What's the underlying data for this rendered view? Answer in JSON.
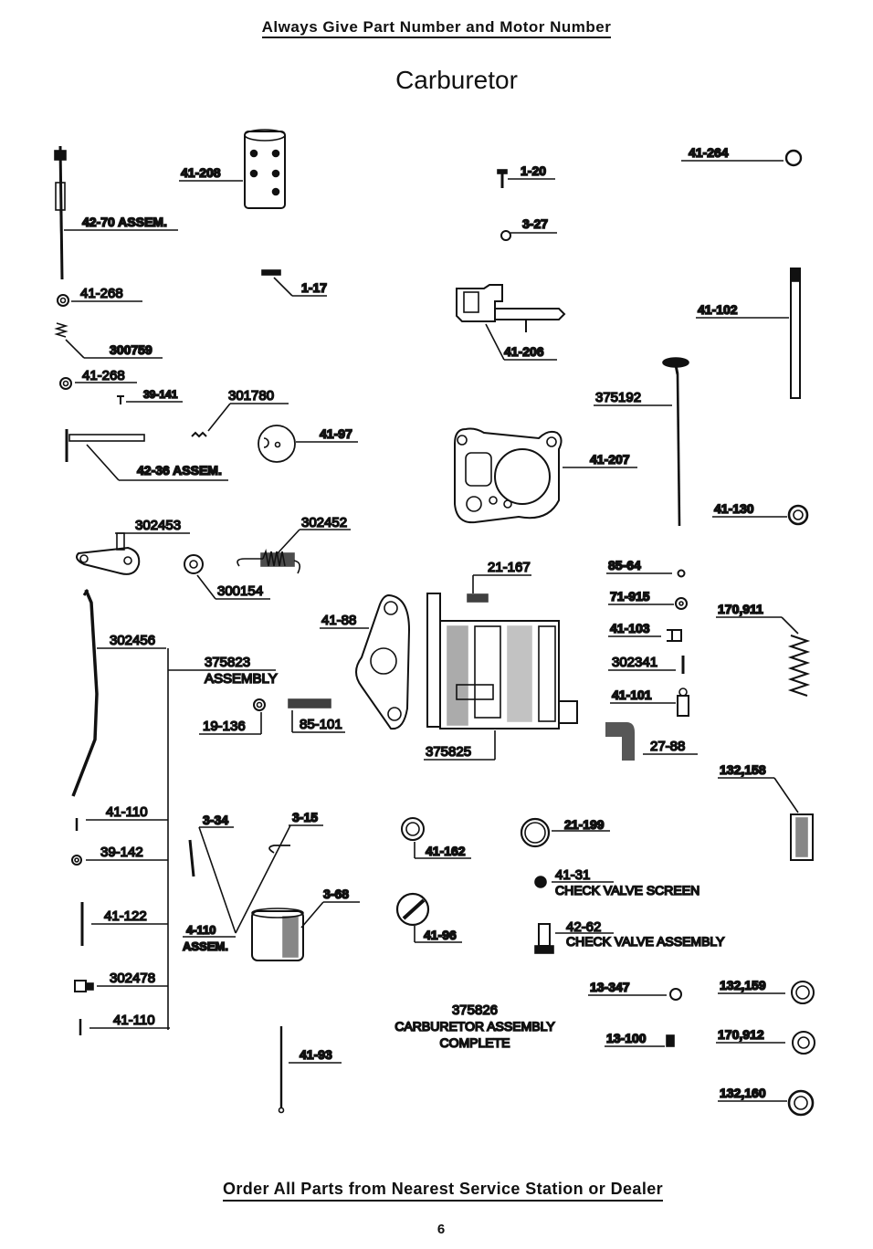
{
  "header": {
    "text": "Always Give Part Number and Motor Number"
  },
  "title": "Carburetor",
  "footer": {
    "text": "Order All Parts from Nearest Service Station or Dealer"
  },
  "page_number": "6",
  "labels": {
    "p41_208": "41-208",
    "p42_70": "42-70 ASSEM.",
    "p41_268a": "41-268",
    "p300759": "300759",
    "p41_268b": "41-268",
    "p39_141": "39-141",
    "p1_17": "1-17",
    "p301780": "301780",
    "p41_97": "41-97",
    "p42_36": "42-36 ASSEM.",
    "p1_20": "1-20",
    "p3_27": "3-27",
    "p41_206": "41-206",
    "p41_264": "41-264",
    "p41_102": "41-102",
    "p375192": "375192",
    "p41_207": "41-207",
    "p41_130": "41-130",
    "p302453": "302453",
    "p302452": "302452",
    "p300154": "300154",
    "p21_167": "21-167",
    "p85_64": "85-64",
    "p71_915": "71-915",
    "p170_911": "170,911",
    "p41_103": "41-103",
    "p302341": "302341",
    "p41_101": "41-101",
    "p302456": "302456",
    "p41_88": "41-88",
    "p375823": "375823",
    "p375823_sub": "ASSEMBLY",
    "p19_136": "19-136",
    "p85_101": "85-101",
    "p375825": "375825",
    "p27_88": "27-88",
    "p132_158": "132,158",
    "p41_110a": "41-110",
    "p39_142": "39-142",
    "p41_122": "41-122",
    "p302478": "302478",
    "p41_110b": "41-110",
    "p3_34": "3-34",
    "p3_15": "3-15",
    "p3_68": "3-68",
    "p4_110": "4-110",
    "p4_110_sub": "ASSEM.",
    "p41_162": "41-162",
    "p41_96": "41-96",
    "p21_199": "21-199",
    "p41_31": "41-31",
    "p41_31_sub": "CHECK VALVE SCREEN",
    "p42_62": "42-62",
    "p42_62_sub": "CHECK VALVE ASSEMBLY",
    "p375826_a": "375826",
    "p375826_b": "CARBURETOR ASSEMBLY",
    "p375826_c": "COMPLETE",
    "p13_347": "13-347",
    "p13_100": "13-100",
    "p132_159": "132,159",
    "p170_912": "170,912",
    "p132_160": "132,160",
    "p41_93": "41-93"
  }
}
